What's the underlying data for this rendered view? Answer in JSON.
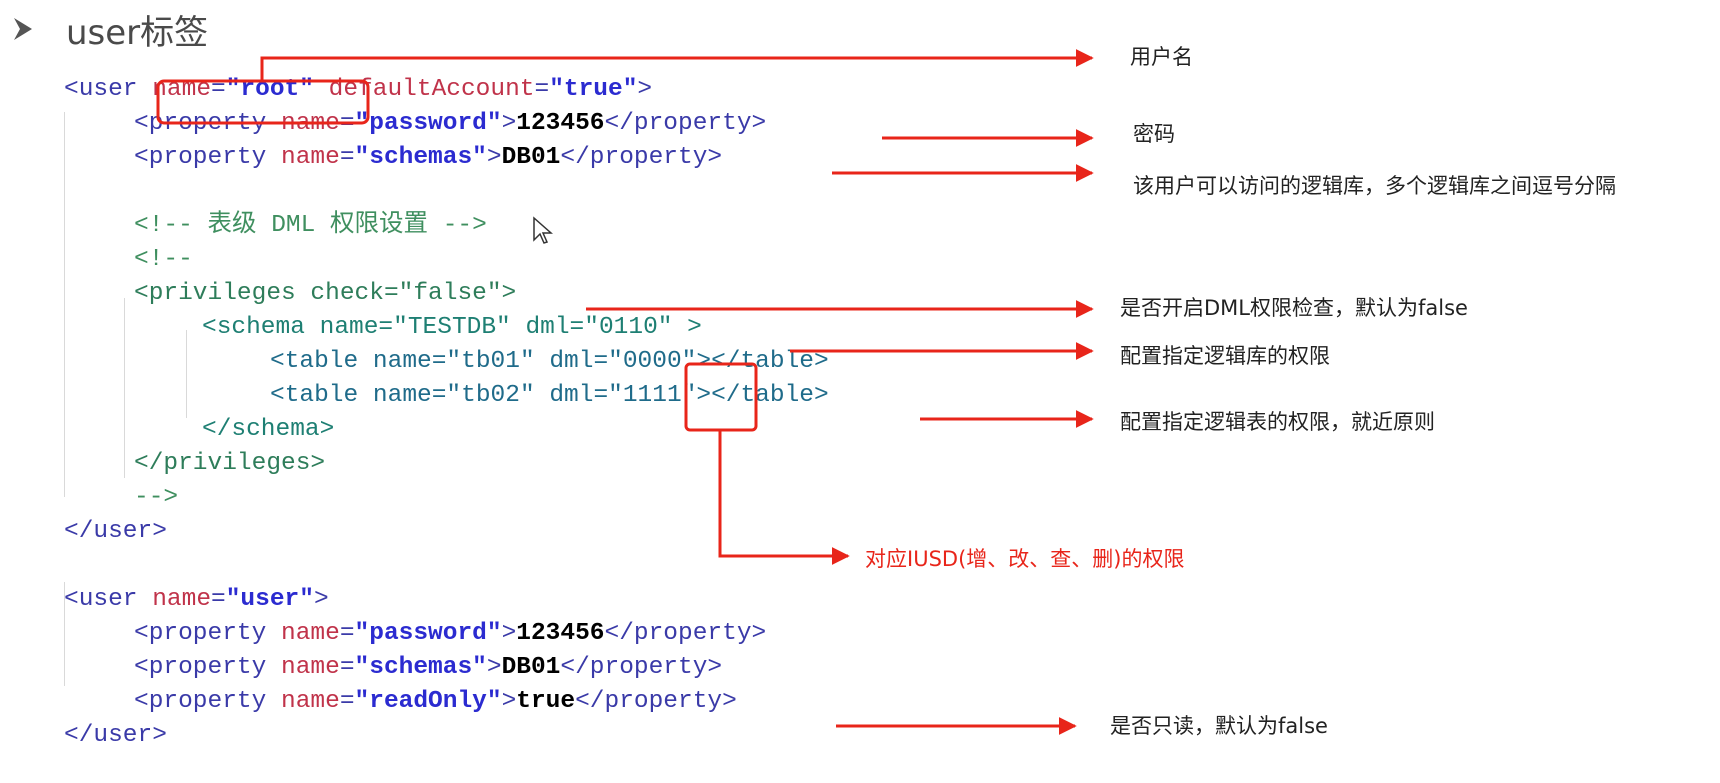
{
  "title": "user标签",
  "code_lines": [
    {
      "id": "l1",
      "parts": [
        [
          "t",
          "<user "
        ],
        [
          "a",
          "name"
        ],
        [
          "t",
          "="
        ],
        [
          "s",
          "\"root\""
        ],
        [
          "t",
          " "
        ],
        [
          "a",
          "defaultAccount"
        ],
        [
          "t",
          "="
        ],
        [
          "s",
          "\"true\""
        ],
        [
          "t",
          ">"
        ]
      ]
    },
    {
      "id": "l2",
      "parts": [
        [
          "t",
          "<property "
        ],
        [
          "a",
          "name"
        ],
        [
          "t",
          "="
        ],
        [
          "s",
          "\"password\""
        ],
        [
          "t",
          ">"
        ],
        [
          "v",
          "123456"
        ],
        [
          "t",
          "</property>"
        ]
      ]
    },
    {
      "id": "l3",
      "parts": [
        [
          "t",
          "<property "
        ],
        [
          "a",
          "name"
        ],
        [
          "t",
          "="
        ],
        [
          "s",
          "\"schemas\""
        ],
        [
          "t",
          ">"
        ],
        [
          "v",
          "DB01"
        ],
        [
          "t",
          "</property>"
        ]
      ]
    },
    {
      "id": "l4",
      "parts": [
        [
          "c",
          "<!-- 表级 DML 权限设置 -->"
        ]
      ]
    },
    {
      "id": "l5",
      "parts": [
        [
          "c",
          "<!--"
        ]
      ]
    },
    {
      "id": "l6",
      "parts": [
        [
          "c1",
          "<privileges check=\"false\">"
        ]
      ]
    },
    {
      "id": "l7",
      "parts": [
        [
          "k",
          "<schema name=\"TESTDB\" dml=\"0110\" >"
        ]
      ]
    },
    {
      "id": "l8",
      "parts": [
        [
          "g",
          "<table name=\"tb01\" dml=\"0000\"></table>"
        ]
      ]
    },
    {
      "id": "l9",
      "parts": [
        [
          "g",
          "<table name=\"tb02\" dml=\"1111\"></table>"
        ]
      ]
    },
    {
      "id": "l10",
      "parts": [
        [
          "k",
          "</schema>"
        ]
      ]
    },
    {
      "id": "l11",
      "parts": [
        [
          "c1",
          "</privileges>"
        ]
      ]
    },
    {
      "id": "l12",
      "parts": [
        [
          "c",
          "-->"
        ]
      ]
    },
    {
      "id": "l13",
      "parts": [
        [
          "t",
          "</user>"
        ]
      ]
    },
    {
      "id": "l14",
      "parts": [
        [
          "t",
          "<user "
        ],
        [
          "a",
          "name"
        ],
        [
          "t",
          "="
        ],
        [
          "s",
          "\"user\""
        ],
        [
          "t",
          ">"
        ]
      ]
    },
    {
      "id": "l15",
      "parts": [
        [
          "t",
          "<property "
        ],
        [
          "a",
          "name"
        ],
        [
          "t",
          "="
        ],
        [
          "s",
          "\"password\""
        ],
        [
          "t",
          ">"
        ],
        [
          "v",
          "123456"
        ],
        [
          "t",
          "</property>"
        ]
      ]
    },
    {
      "id": "l16",
      "parts": [
        [
          "t",
          "<property "
        ],
        [
          "a",
          "name"
        ],
        [
          "t",
          "="
        ],
        [
          "s",
          "\"schemas\""
        ],
        [
          "t",
          ">"
        ],
        [
          "v",
          "DB01"
        ],
        [
          "t",
          "</property>"
        ]
      ]
    },
    {
      "id": "l17",
      "parts": [
        [
          "t",
          "<property "
        ],
        [
          "a",
          "name"
        ],
        [
          "t",
          "="
        ],
        [
          "s",
          "\"readOnly\""
        ],
        [
          "t",
          ">"
        ],
        [
          "v",
          "true"
        ],
        [
          "t",
          "</property>"
        ]
      ]
    },
    {
      "id": "l18",
      "parts": [
        [
          "t",
          "</user>"
        ]
      ]
    }
  ],
  "annotations": {
    "username": "用户名",
    "password": "密码",
    "schemas": "该用户可以访问的逻辑库，多个逻辑库之间逗号分隔",
    "privileges_check": "是否开启DML权限检查，默认为false",
    "schema_privilege": "配置指定逻辑库的权限",
    "table_privilege": "配置指定逻辑表的权限，就近原则",
    "iusd": "对应IUSD(增、改、查、删)的权限",
    "read_only": "是否只读，默认为false"
  },
  "colors": {
    "arrow": "#e8251a",
    "tag": "#3a3aa8",
    "attr": "#c0334a",
    "string": "#2b2bd0",
    "comment": "#3f8f5f"
  }
}
